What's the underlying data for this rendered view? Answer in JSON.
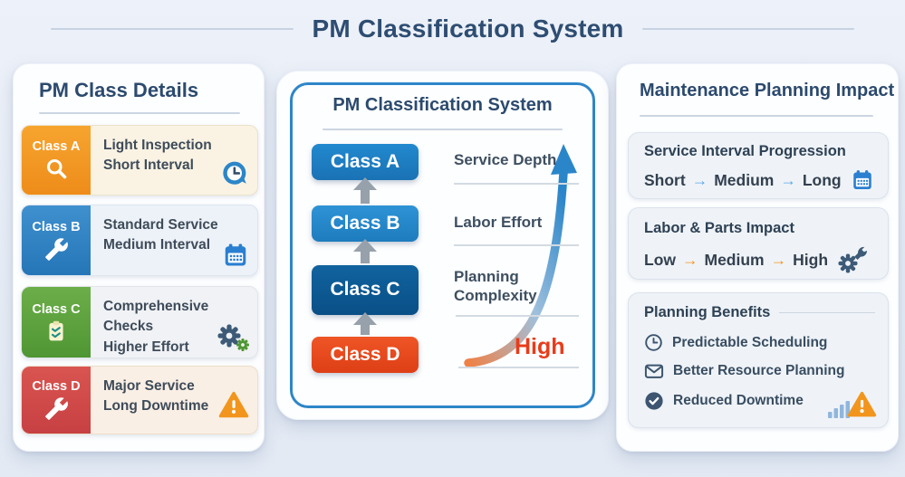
{
  "title": "PM Classification System",
  "left_panel": {
    "header": "PM Class Details",
    "cards": [
      {
        "label": "Class A",
        "line1": "Light Inspection",
        "line2": "Short Interval",
        "badge_icon": "magnifier-icon",
        "trailing_icon": "clock-icon"
      },
      {
        "label": "Class B",
        "line1": "Standard Service",
        "line2": "Medium Interval",
        "badge_icon": "wrench-icon",
        "trailing_icon": "calendar-icon"
      },
      {
        "label": "Class C",
        "line1": "Comprehensive Checks",
        "line2": "Higher Effort",
        "badge_icon": "clipboard-icon",
        "trailing_icon": "gears-icon"
      },
      {
        "label": "Class D",
        "line1": "Major Service",
        "line2": "Long Downtime",
        "badge_icon": "wrench-icon",
        "trailing_icon": "warning-icon"
      }
    ]
  },
  "center_panel": {
    "header": "PM Classification System",
    "classes": [
      {
        "label": "Class A",
        "color": "#1e7ec4"
      },
      {
        "label": "Class B",
        "color": "#2389cd"
      },
      {
        "label": "Class C",
        "color": "#0d5893"
      },
      {
        "label": "Class D",
        "color": "#e84a1e"
      }
    ],
    "labels": {
      "service_depth": "Service Depth",
      "labor_effort": "Labor Effort",
      "planning_complexity": "Planning Complexity",
      "high": "High"
    }
  },
  "right_panel": {
    "header": "Maintenance Planning Impact",
    "cards": [
      {
        "title": "Service Interval Progression",
        "steps": [
          "Short",
          "Medium",
          "Long"
        ],
        "arrow": "→",
        "arrow_color": "#58a8e6",
        "icon": "calendar-icon"
      },
      {
        "title": "Labor & Parts Impact",
        "steps": [
          "Low",
          "Medium",
          "High"
        ],
        "arrow": "→",
        "arrow_color": "#f5941d",
        "icon": "gear-wrench-icon"
      },
      {
        "title": "Planning Benefits",
        "items": [
          {
            "icon": "clock-outline-icon",
            "text": "Predictable Scheduling"
          },
          {
            "icon": "envelope-icon",
            "text": "Better Resource Planning"
          },
          {
            "icon": "check-circle-icon",
            "text": "Reduced Downtime"
          }
        ],
        "trailing_icons": [
          "bar-chart-icon",
          "warning-icon"
        ]
      }
    ]
  },
  "colors": {
    "background": "#e8eef6",
    "title_navy": "#2e4d72",
    "badge_orange": "#f09a26",
    "badge_blue": "#3187c4",
    "badge_green": "#5da23f",
    "badge_red": "#d14a4a",
    "center_border_blue": "#2e86c8",
    "class_d_orange": "#e84a1e",
    "high_red": "#e83c1a",
    "gray_arrow": "#97a1ab",
    "warning_orange": "#f2951d",
    "slate_icon": "#3d5570"
  }
}
